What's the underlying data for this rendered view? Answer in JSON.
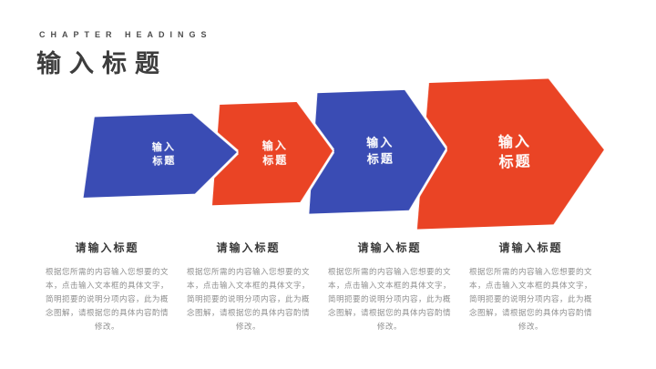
{
  "slide": {
    "background_color": "#ffffff"
  },
  "header": {
    "eyebrow": "CHAPTER HEADINGS",
    "title": "输入标题"
  },
  "colors": {
    "blue": "#3a4cb4",
    "red": "#ea4425",
    "title_text": "#3d3d3d",
    "body_text": "#8f8f8f"
  },
  "arrows": [
    {
      "line1": "输入",
      "line2": "标题",
      "color": "#3a4cb4"
    },
    {
      "line1": "输入",
      "line2": "标题",
      "color": "#ea4425"
    },
    {
      "line1": "输入",
      "line2": "标题",
      "color": "#3a4cb4"
    },
    {
      "line1": "输入",
      "line2": "标题",
      "color": "#ea4425"
    }
  ],
  "columns": [
    {
      "heading": "请输入标题",
      "body": "根据您所需的内容输入您想要的文本，点击输入文本框的具体文字，简明扼要的说明分项内容，此为概念图解，请根据您的具体内容酌情修改。"
    },
    {
      "heading": "请输入标题",
      "body": "根据您所需的内容输入您想要的文本，点击输入文本框的具体文字，简明扼要的说明分项内容，此为概念图解，请根据您的具体内容酌情修改。"
    },
    {
      "heading": "请输入标题",
      "body": "根据您所需的内容输入您想要的文本，点击输入文本框的具体文字，简明扼要的说明分项内容，此为概念图解，请根据您的具体内容酌情修改。"
    },
    {
      "heading": "请输入标题",
      "body": "根据您所需的内容输入您想要的文本，点击输入文本框的具体文字，简明扼要的说明分项内容，此为概念图解，请根据您的具体内容酌情修改。"
    }
  ]
}
